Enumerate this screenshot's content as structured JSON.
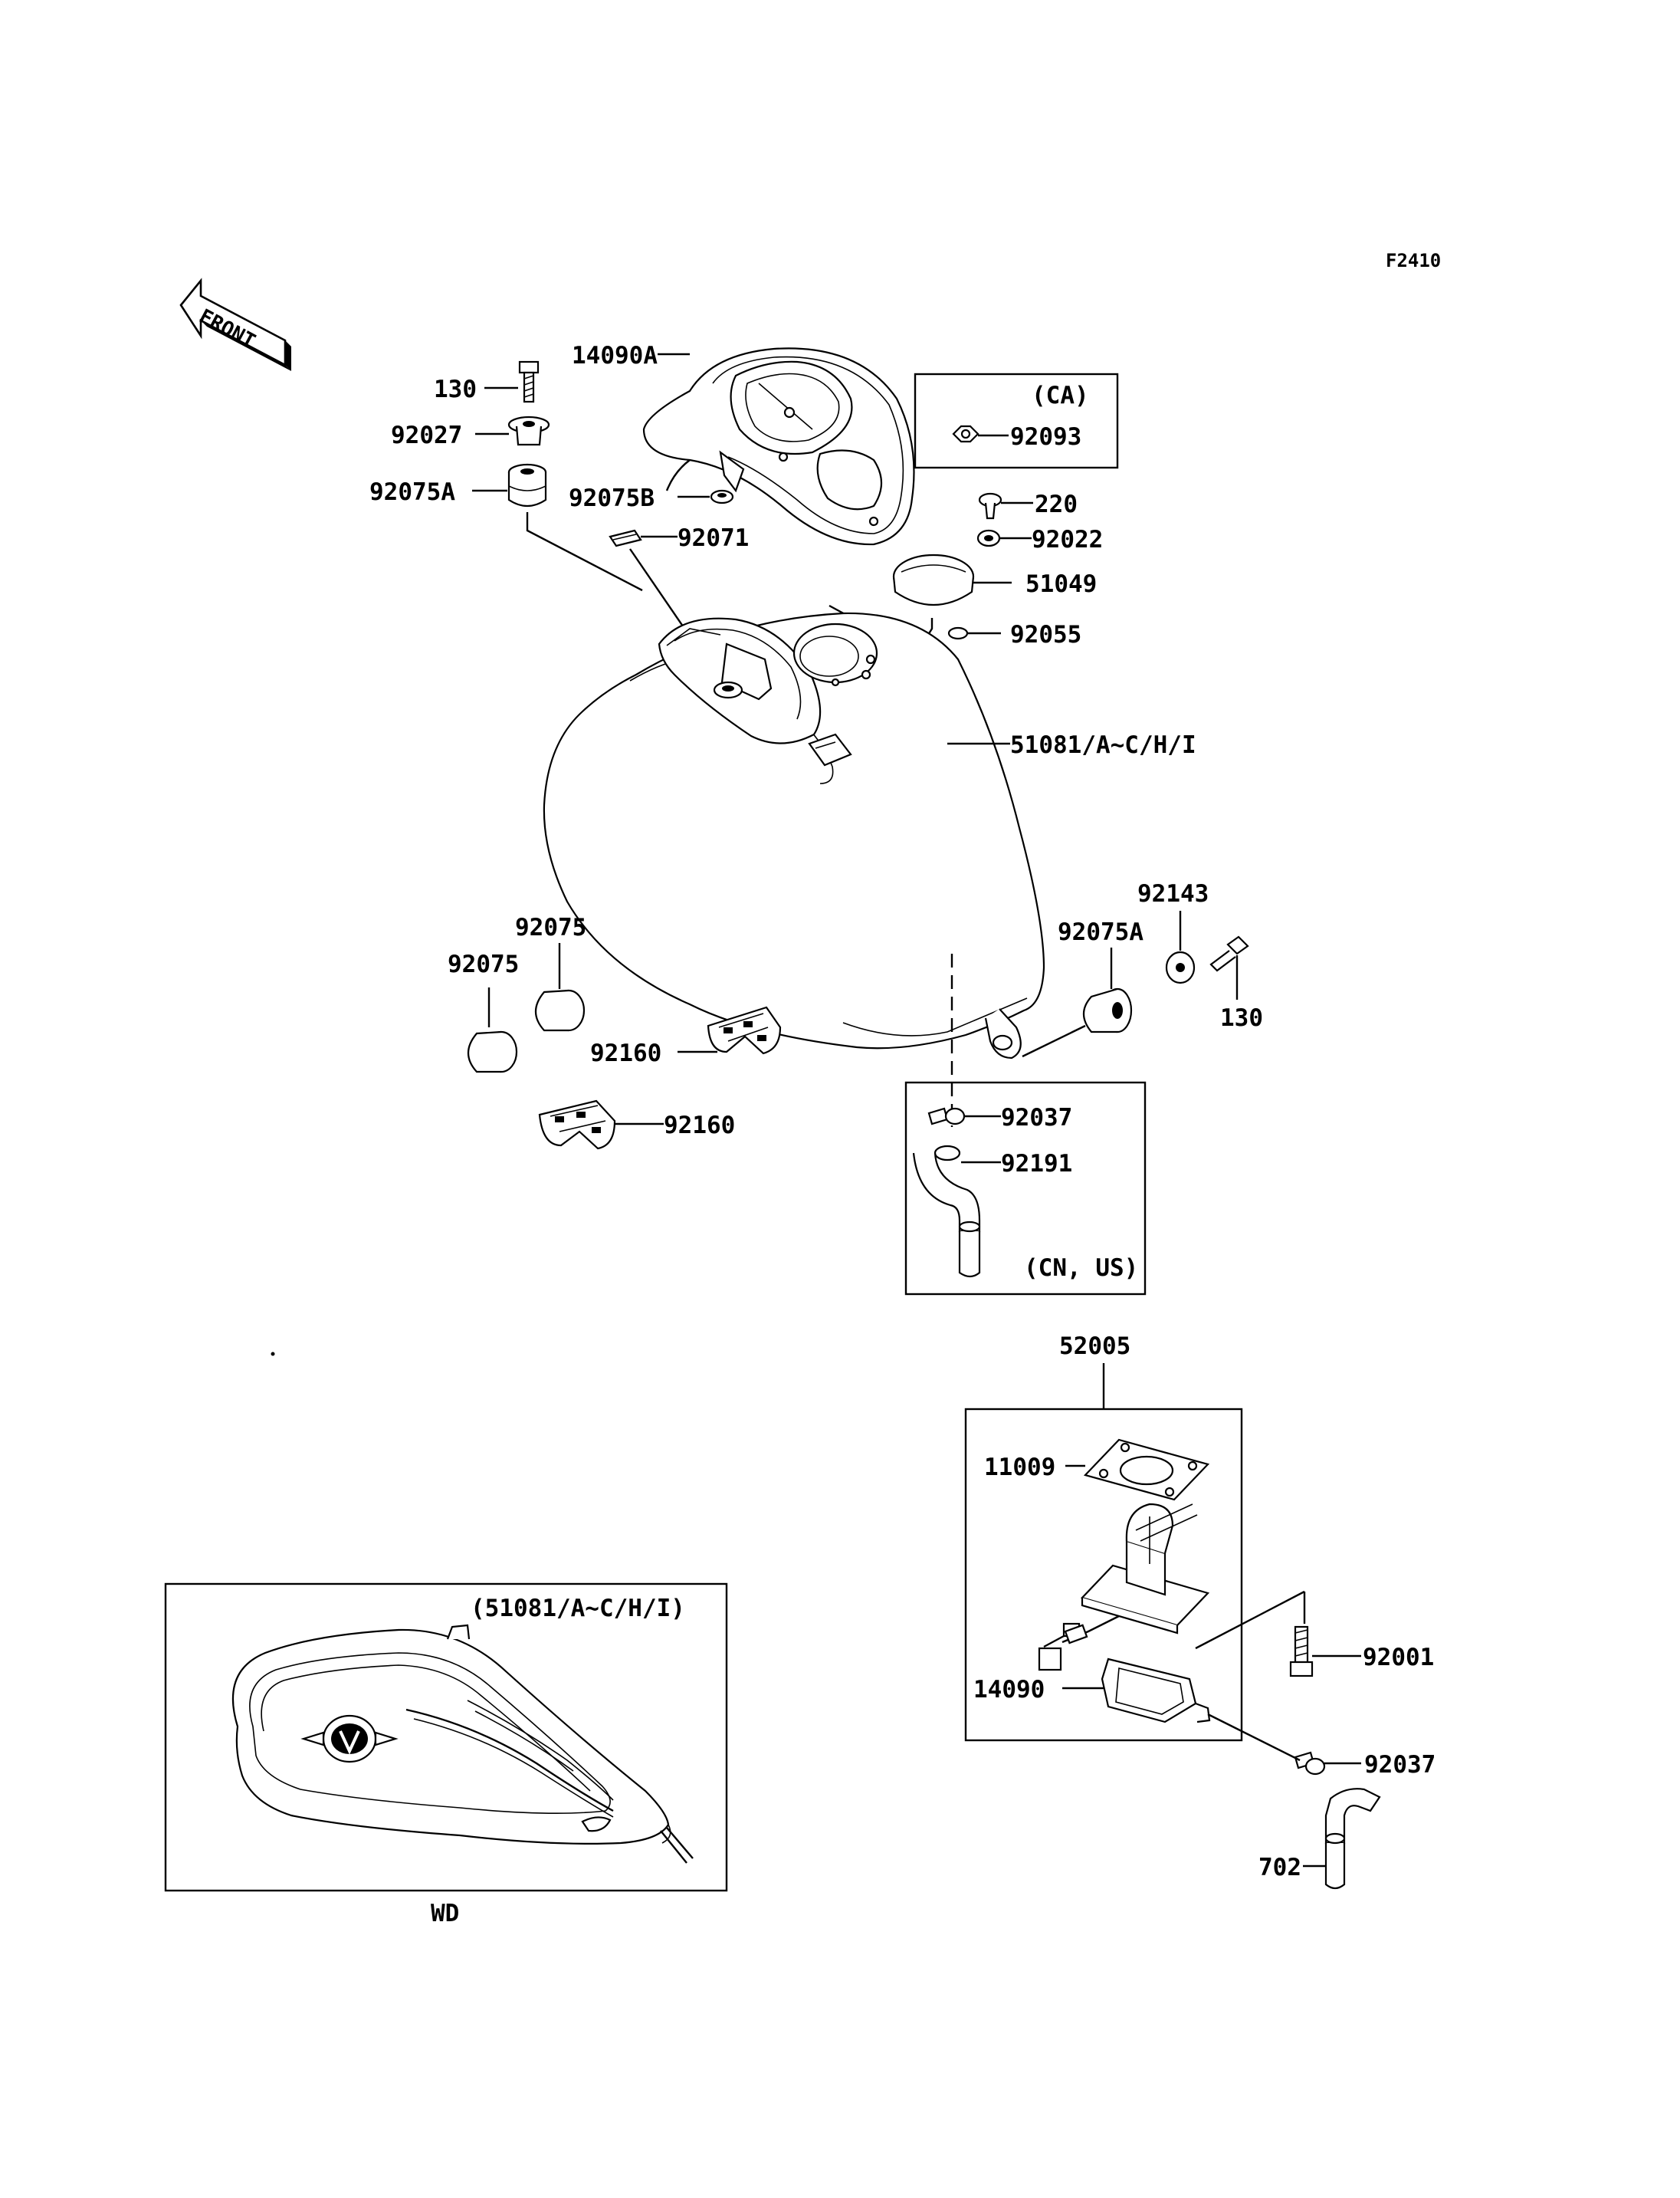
{
  "diagram_code": "F2410",
  "front_arrow_label": "FRONT",
  "boxes": {
    "ca_label": "(CA)",
    "cn_us_label": "(CN, US)",
    "wd_variant_label": "(51081/A~C/H/I)",
    "wd_caption": "WD",
    "assembly_number": "52005"
  },
  "parts": {
    "p130_top": "130",
    "p92027": "92027",
    "p92075A_top": "92075A",
    "p14090A": "14090A",
    "p92075B": "92075B",
    "p92071": "92071",
    "p92093": "92093",
    "p220": "220",
    "p92022": "92022",
    "p51049": "51049",
    "p92055": "92055",
    "p51081": "51081/A~C/H/I",
    "p92143": "92143",
    "p92075A_right": "92075A",
    "p130_right": "130",
    "p92075_a": "92075",
    "p92075_b": "92075",
    "p92160_a": "92160",
    "p92160_b": "92160",
    "p92037_top": "92037",
    "p92191": "92191",
    "p11009": "11009",
    "p92001": "92001",
    "p14090": "14090",
    "p92037_bottom": "92037",
    "p702": "702"
  }
}
